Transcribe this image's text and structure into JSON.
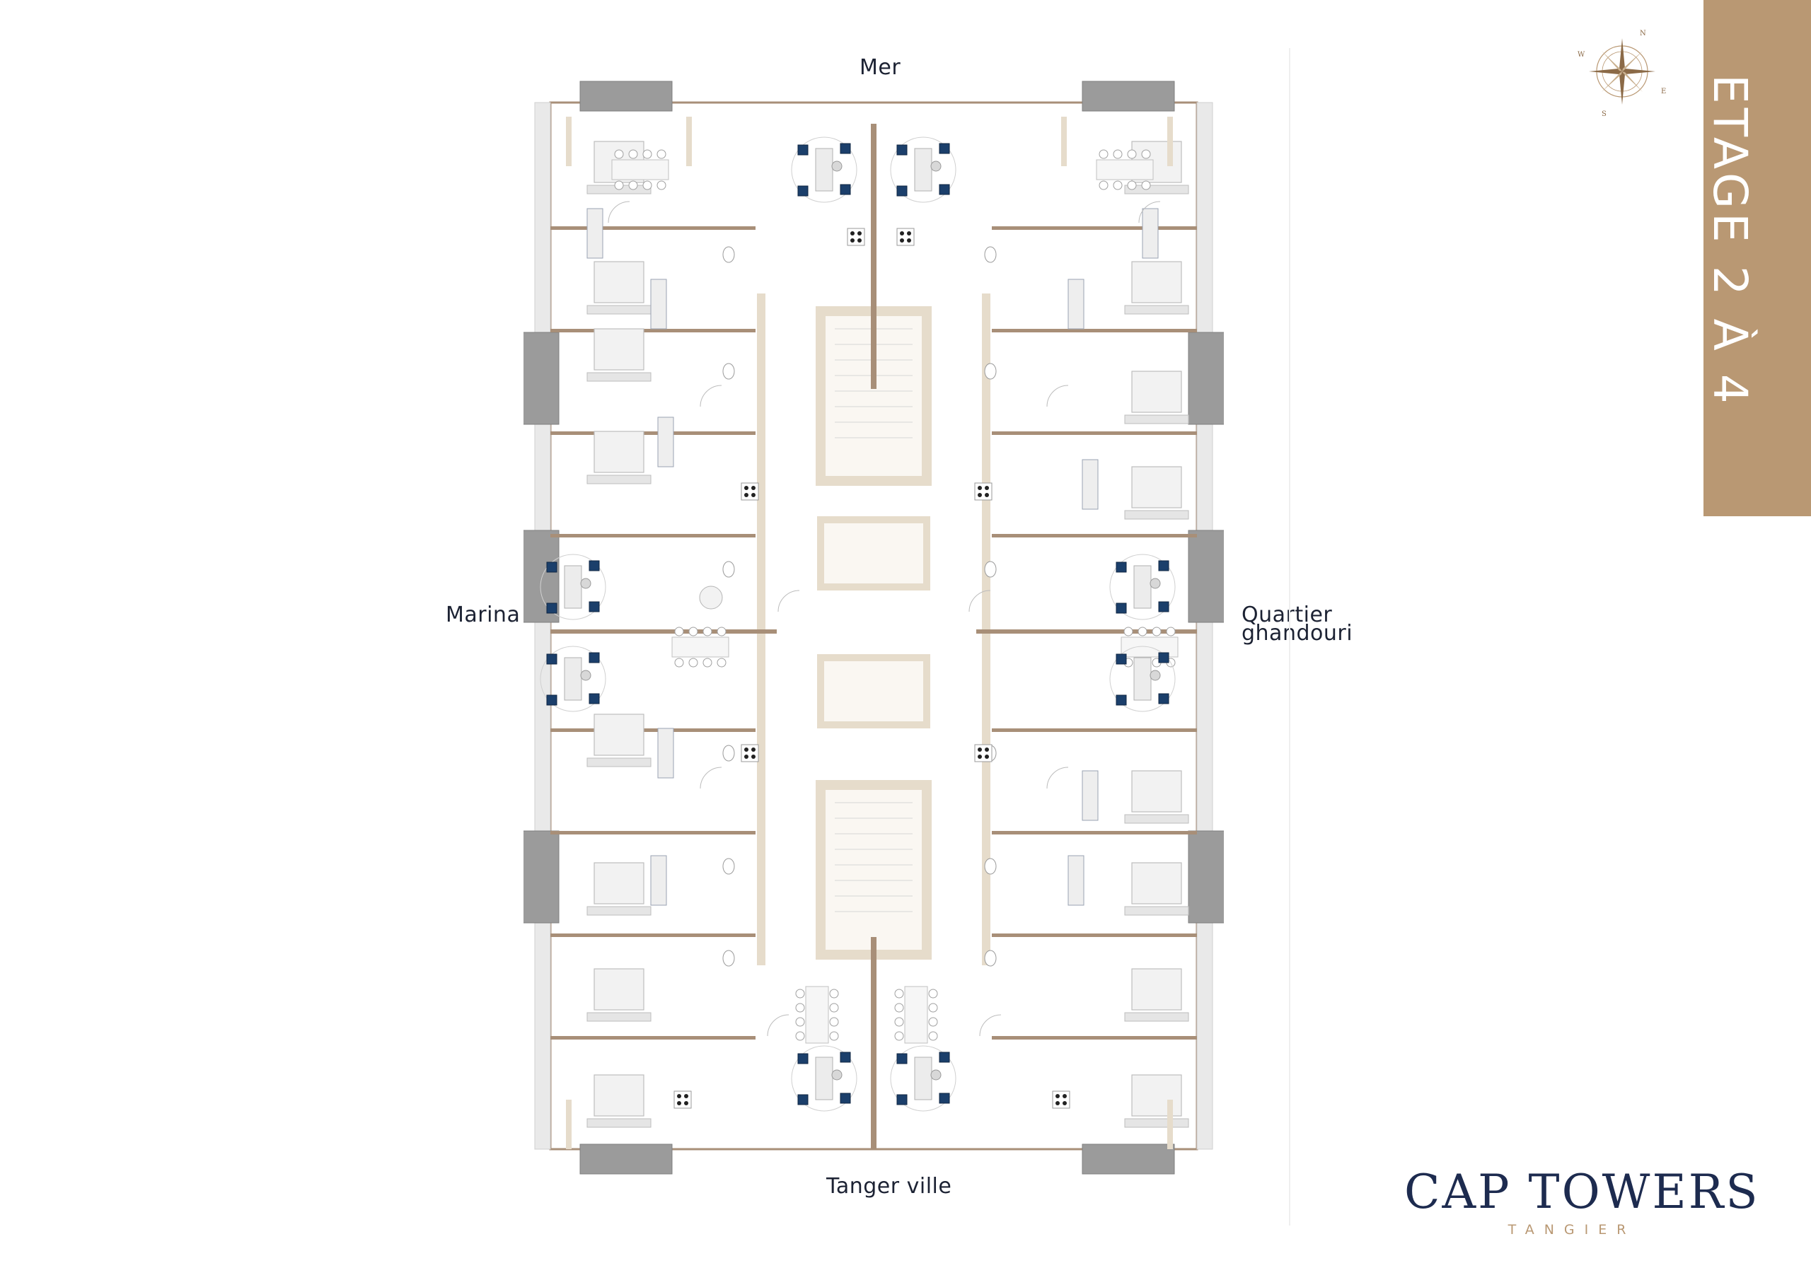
{
  "orientation": {
    "north": "Mer",
    "south": "Tanger ville",
    "west": "Marina",
    "east_line1": "Quartier",
    "east_line2": "ghandouri"
  },
  "floor_banner": "ETAGE 2 À 4",
  "compass": {
    "n": "N",
    "e": "E",
    "s": "S",
    "w": "W"
  },
  "brand": {
    "name": "CAP TOWERS",
    "city": "TANGIER"
  },
  "colors": {
    "banner": "#b99873",
    "brand_navy": "#1d2b4f",
    "wall": "#a88f78",
    "wall_light": "#e6dccb",
    "balcony": "#9b9b9b",
    "accent_blue": "#1b3f6b"
  }
}
